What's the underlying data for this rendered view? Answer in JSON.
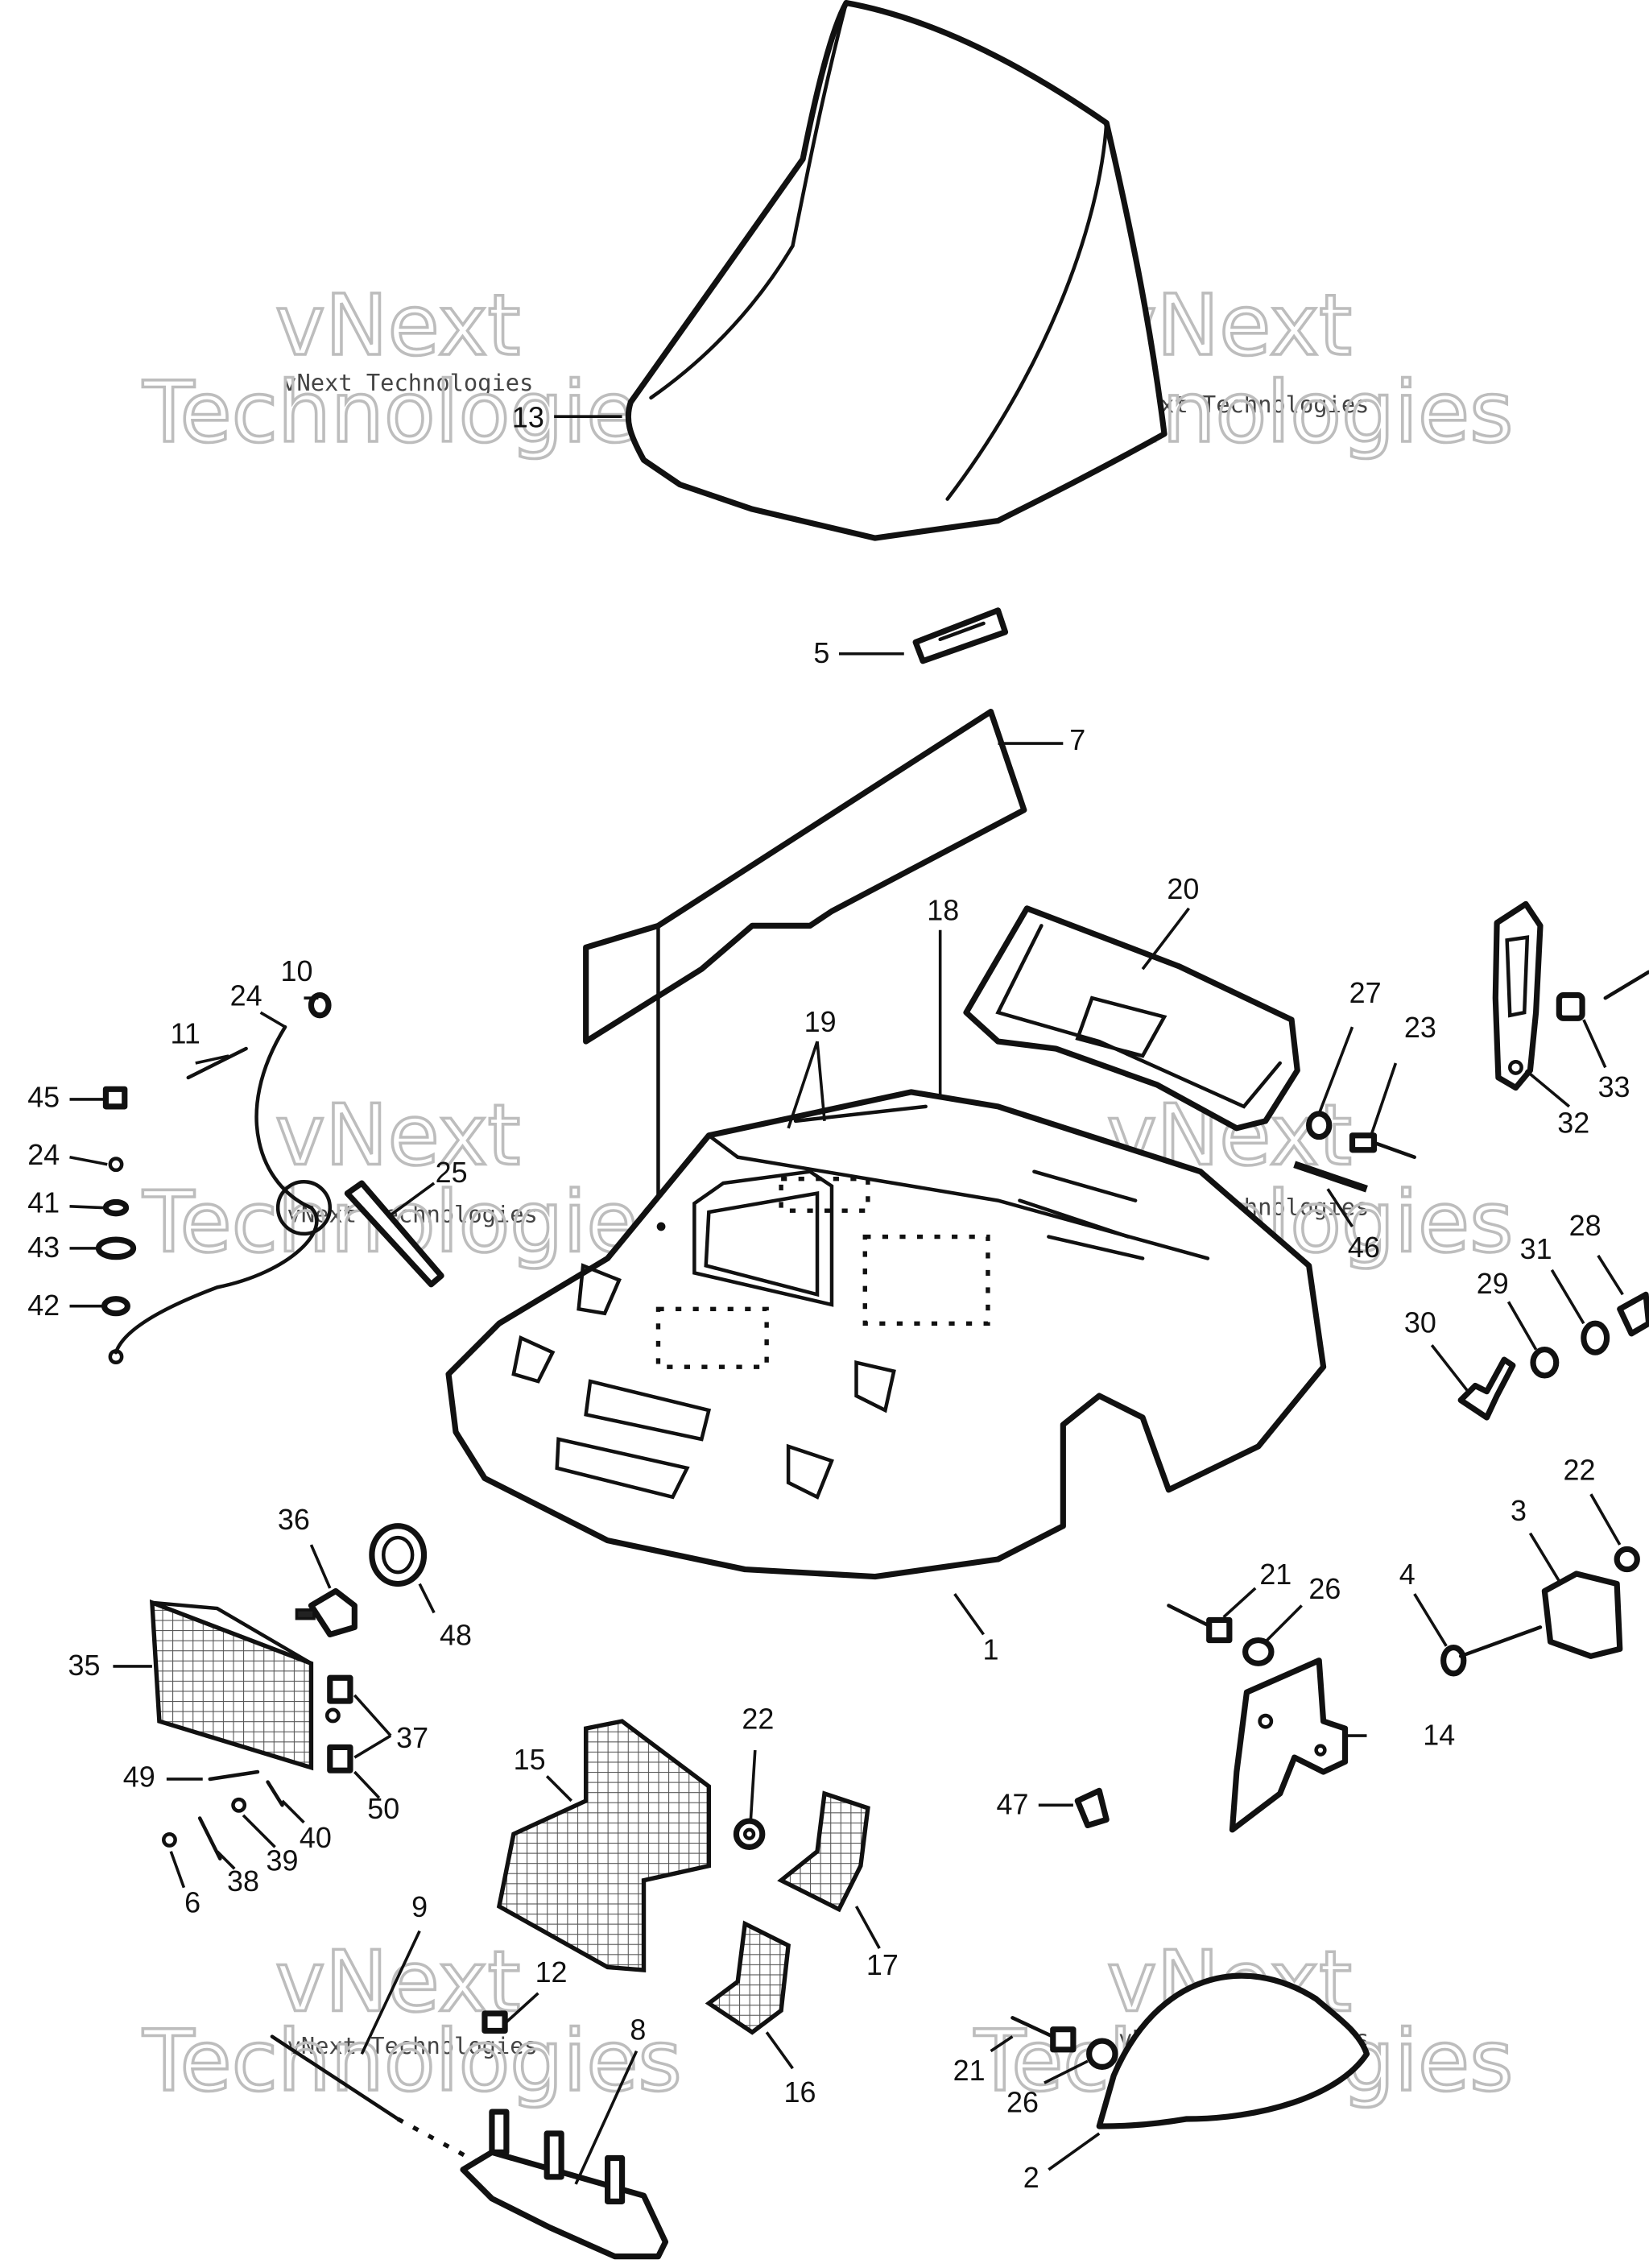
{
  "watermark": {
    "line_small": "vNext Technologies",
    "line_big_1": "vNext",
    "line_big_2": "Technologies"
  },
  "callouts": [
    {
      "id": "13",
      "label": "13"
    },
    {
      "id": "5",
      "label": "5"
    },
    {
      "id": "7",
      "label": "7"
    },
    {
      "id": "18",
      "label": "18"
    },
    {
      "id": "20",
      "label": "20"
    },
    {
      "id": "19",
      "label": "19"
    },
    {
      "id": "27",
      "label": "27"
    },
    {
      "id": "23",
      "label": "23"
    },
    {
      "id": "32",
      "label": "32"
    },
    {
      "id": "33",
      "label": "33"
    },
    {
      "id": "10",
      "label": "10"
    },
    {
      "id": "24a",
      "label": "24"
    },
    {
      "id": "11",
      "label": "11"
    },
    {
      "id": "45",
      "label": "45"
    },
    {
      "id": "24b",
      "label": "24"
    },
    {
      "id": "41",
      "label": "41"
    },
    {
      "id": "43",
      "label": "43"
    },
    {
      "id": "42",
      "label": "42"
    },
    {
      "id": "25",
      "label": "25"
    },
    {
      "id": "46",
      "label": "46"
    },
    {
      "id": "28",
      "label": "28"
    },
    {
      "id": "31",
      "label": "31"
    },
    {
      "id": "29",
      "label": "29"
    },
    {
      "id": "30",
      "label": "30"
    },
    {
      "id": "22a",
      "label": "22"
    },
    {
      "id": "3",
      "label": "3"
    },
    {
      "id": "4",
      "label": "4"
    },
    {
      "id": "21a",
      "label": "21"
    },
    {
      "id": "26a",
      "label": "26"
    },
    {
      "id": "1",
      "label": "1"
    },
    {
      "id": "36",
      "label": "36"
    },
    {
      "id": "48",
      "label": "48"
    },
    {
      "id": "35",
      "label": "35"
    },
    {
      "id": "37",
      "label": "37"
    },
    {
      "id": "49",
      "label": "49"
    },
    {
      "id": "50",
      "label": "50"
    },
    {
      "id": "38",
      "label": "38"
    },
    {
      "id": "39",
      "label": "39"
    },
    {
      "id": "40",
      "label": "40"
    },
    {
      "id": "6",
      "label": "6"
    },
    {
      "id": "15",
      "label": "15"
    },
    {
      "id": "22b",
      "label": "22"
    },
    {
      "id": "14",
      "label": "14"
    },
    {
      "id": "47",
      "label": "47"
    },
    {
      "id": "17",
      "label": "17"
    },
    {
      "id": "9",
      "label": "9"
    },
    {
      "id": "12",
      "label": "12"
    },
    {
      "id": "8",
      "label": "8"
    },
    {
      "id": "16",
      "label": "16"
    },
    {
      "id": "21b",
      "label": "21"
    },
    {
      "id": "26b",
      "label": "26"
    },
    {
      "id": "2",
      "label": "2"
    }
  ]
}
